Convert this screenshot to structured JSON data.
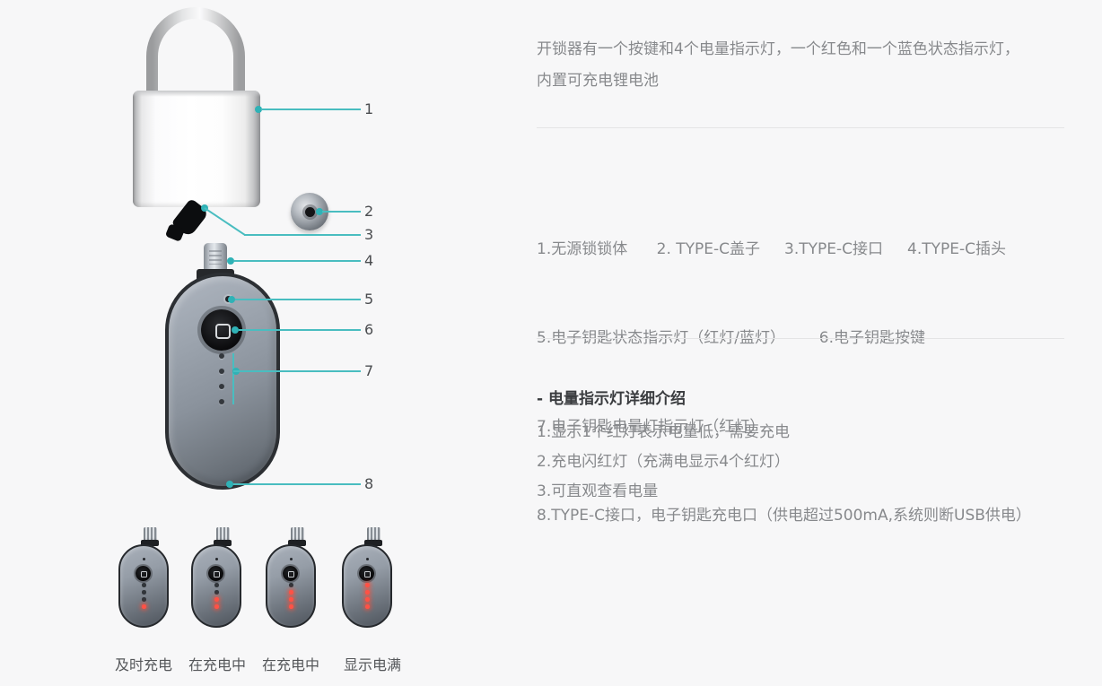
{
  "colors": {
    "accent": "#49bdc0",
    "led_red": "#ff5246"
  },
  "diagram": {
    "callout_numbers": [
      "1",
      "2",
      "3",
      "4",
      "5",
      "6",
      "7",
      "8"
    ],
    "charging_states": [
      {
        "label": "及时充电",
        "lit_leds": 1
      },
      {
        "label": "在充电中",
        "lit_leds": 2
      },
      {
        "label": "在充电中",
        "lit_leds": 3
      },
      {
        "label": "显示电满",
        "lit_leds": 4
      }
    ]
  },
  "info": {
    "intro_line1": "开锁器有一个按键和4个电量指示灯，一个红色和一个蓝色状态指示灯，",
    "intro_line2": "内置可充电锂电池",
    "parts_line1": "1.无源锁锁体      2. TYPE-C盖子     3.TYPE-C接口     4.TYPE-C插头",
    "parts_line2": "5.电子钥匙状态指示灯（红灯/蓝灯）       6.电子钥匙按键",
    "parts_line3": "7.电子钥匙电量灯指示灯（红灯）",
    "parts_line4": "8.TYPE-C接口，电子钥匙充电口（供电超过500mA,系统则断USB供电）",
    "battery_title": "- 电量指示灯详细介绍",
    "battery_item1": "1.显示1个红灯表示电量低，需要充电",
    "battery_item2": "2.充电闪红灯（充满电显示4个红灯）",
    "battery_item3": "3.可直观查看电量"
  }
}
